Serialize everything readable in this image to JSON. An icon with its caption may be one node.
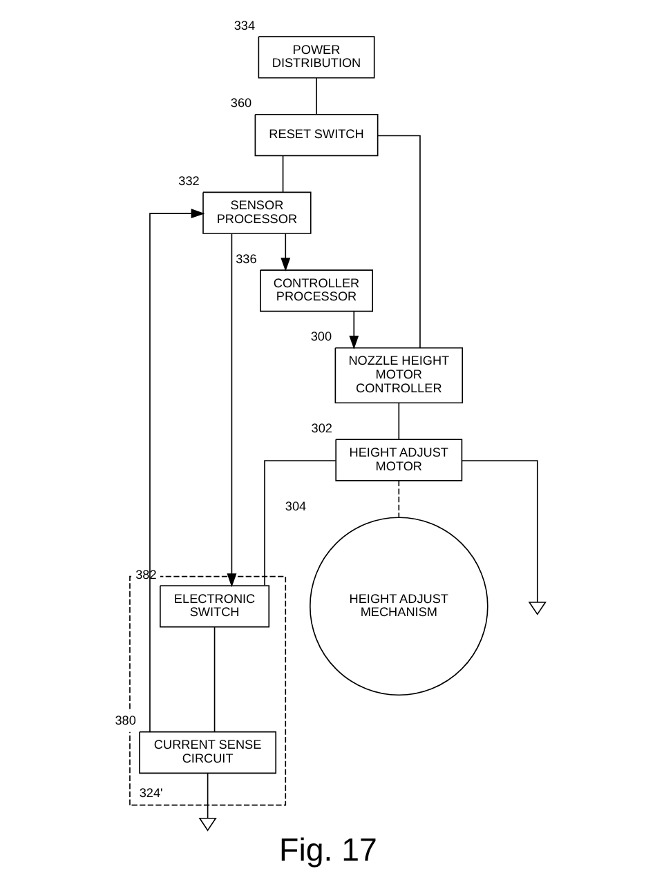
{
  "diagram": {
    "caption": "Fig. 17",
    "nodes": [
      {
        "text": [
          "POWER DISTRIBUTION"
        ],
        "beside": [
          "334"
        ]
      },
      {
        "text": [
          "RESET SWITCH"
        ],
        "beside": [
          "360"
        ]
      },
      {
        "text": [
          "SENSOR PROCESSOR"
        ],
        "beside": [
          "332"
        ]
      },
      {
        "text": [
          "CONTROLLER PROCESSOR"
        ],
        "beside": [
          "336"
        ]
      },
      {
        "text": [
          "NOZZLE HEIGHT MOTOR CONTROLLER"
        ],
        "beside": [
          "300"
        ]
      },
      {
        "text": [
          "HEIGHT ADJUST MOTOR"
        ],
        "beside": [
          "302"
        ]
      },
      {
        "text": [
          "HEIGHT ADJUST MECHANISM"
        ],
        "beside": [
          "304"
        ]
      },
      {
        "text": [],
        "shape": "box",
        "beside": [
          "324'"
        ]
      },
      {
        "text": [
          "ELECTRONIC SWITCH"
        ],
        "beside": [
          "382"
        ],
        "in": 7
      },
      {
        "text": [
          "CURRENT SENSE CIRCUIT"
        ],
        "beside": [
          "380"
        ],
        "in": 7
      },
      {
        "text": [],
        "shape": "triangle"
      },
      {
        "text": [],
        "shape": "triangle"
      }
    ],
    "edges": [
      {
        "from": 0,
        "to": 1,
        "arrow": "none"
      },
      {
        "from": 1,
        "to": 2,
        "arrow": "none"
      },
      {
        "from": 1,
        "to": 4,
        "arrow": "none"
      },
      {
        "from": 2,
        "to": 3,
        "arrow": "to"
      },
      {
        "from": 3,
        "to": 4,
        "arrow": "to"
      },
      {
        "from": 4,
        "to": 5,
        "arrow": "none"
      },
      {
        "from": 5,
        "to": 6,
        "arrow": "none",
        "style": "dashed"
      },
      {
        "from": 5,
        "to": 8,
        "arrow": "none"
      },
      {
        "from": 5,
        "to": 10,
        "arrow": "none"
      },
      {
        "from": 2,
        "to": 8,
        "arrow": "to"
      },
      {
        "from": 9,
        "to": 2,
        "arrow": "to"
      },
      {
        "from": 8,
        "to": 9,
        "arrow": "none"
      },
      {
        "from": 9,
        "to": 11,
        "arrow": "none"
      }
    ]
  }
}
